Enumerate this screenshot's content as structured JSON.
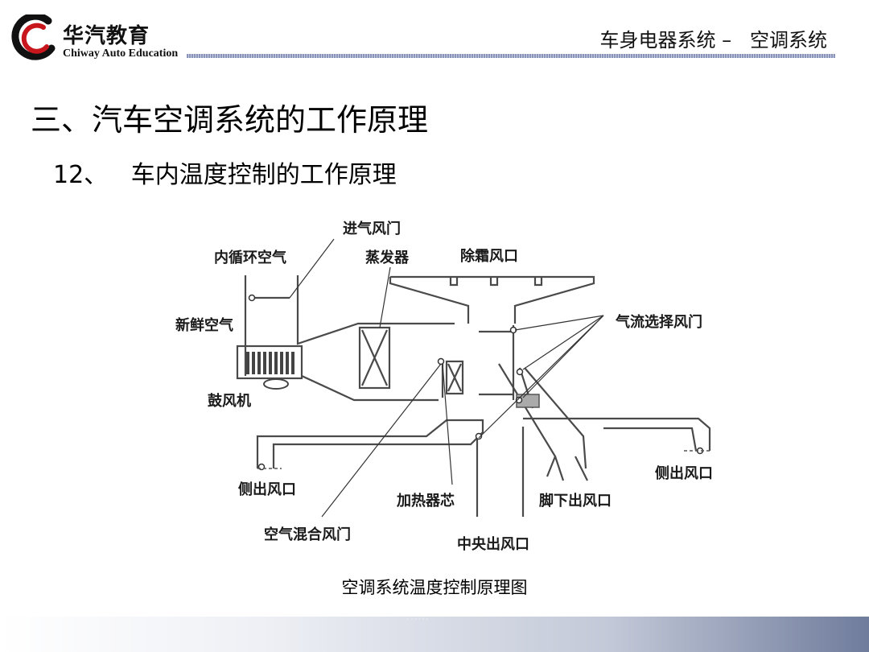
{
  "header": {
    "logo_cn": "华汽教育",
    "logo_en": "Chiway Auto Education",
    "title": "车身电器系统 –   空调系统"
  },
  "slide": {
    "title": "三、汽车空调系统的工作原理",
    "subtitle": "12、   车内温度控制的工作原理",
    "caption": "空调系统温度控制原理图",
    "footer_text": "……"
  },
  "diagram": {
    "labels": {
      "intake_door": "进气风门",
      "recirc_air": "内循环空气",
      "evaporator": "蒸发器",
      "defrost_vent": "除霜风口",
      "fresh_air": "新鲜空气",
      "airflow_doors": "气流选择风门",
      "blower": "鼓风机",
      "side_vent_left": "侧出风口",
      "side_vent_right": "侧出风口",
      "heater_core": "加热器芯",
      "foot_vent": "脚下出风口",
      "blend_door": "空气混合风门",
      "center_vent": "中央出风口"
    }
  },
  "colors": {
    "accent_red": "#c8161d",
    "header_line": "#8a94b8",
    "footer_blue": "#6f7c9c"
  }
}
